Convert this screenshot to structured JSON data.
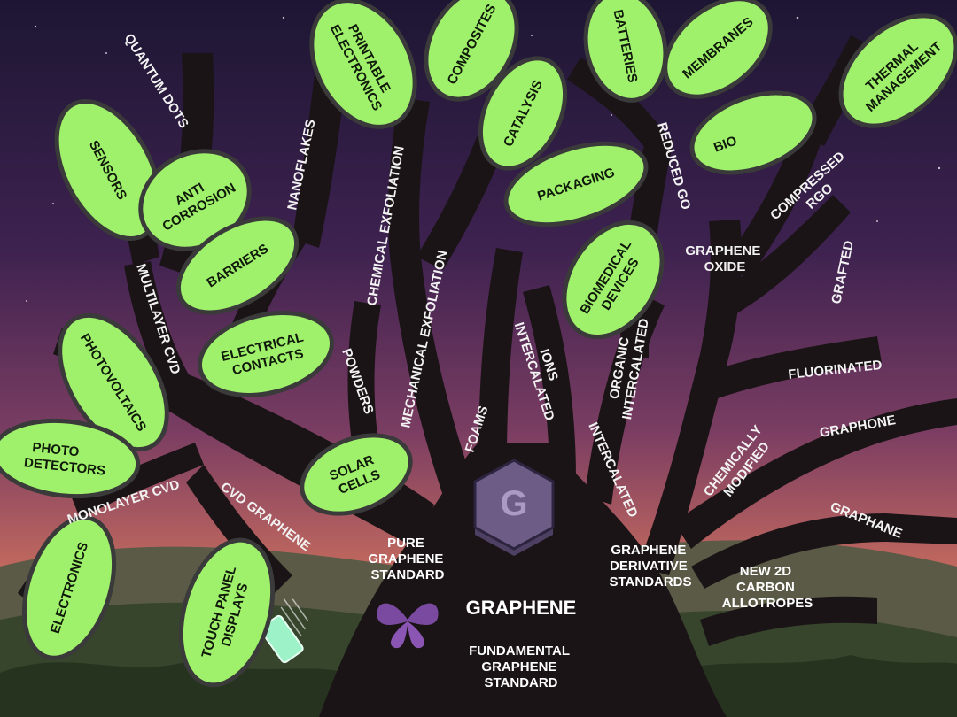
{
  "title": "GRAPHENE",
  "colors": {
    "sky_top": "#1d1633",
    "sky_mid": "#5a2f5e",
    "sky_low": "#c46a5e",
    "horizon": "#e7a97a",
    "tree": "#1b1416",
    "leaf": "#9ff06a",
    "leaf_edge": "#3a3a3a",
    "hill": "#3a4a2e",
    "hexagon": "#6c5c86",
    "butterfly": "#7a4aa0"
  },
  "icons": [
    "hexagon-g-icon",
    "butterfly-icon",
    "phone-icon",
    "star-icon"
  ],
  "hexagon_letter": "G",
  "core": {
    "pure": [
      "PURE",
      "GRAPHENE",
      "STANDARD"
    ],
    "fundamental": [
      "FUNDAMENTAL",
      "GRAPHENE",
      "STANDARD"
    ],
    "derivative": [
      "GRAPHENE",
      "DERIVATIVE",
      "STANDARDS"
    ],
    "allotropes": [
      "NEW 2D",
      "CARBON",
      "ALLOTROPES"
    ]
  },
  "branches": {
    "quantum_dots": "QUANTUM DOTS",
    "nanoflakes": "NANOFLAKES",
    "chemical_exfoliation": "CHEMICAL EXFOLIATION",
    "mechanical_exfoliation": "MECHANICAL EXFOLIATION",
    "multilayer_cvd": "MULTILAYER CVD",
    "monolayer_cvd": "MONOLAYER CVD",
    "cvd_graphene": "CVD GRAPHENE",
    "powders": "POWDERS",
    "foams": "FOAMS",
    "ions_intercalated": [
      "IONS",
      "INTERCALATED"
    ],
    "organic_intercalated": [
      "ORGANIC",
      "INTERCALATED"
    ],
    "intercalated": "INTERCALATED",
    "reduced_go": "REDUCED GO",
    "graphene_oxide": [
      "GRAPHENE",
      "OXIDE"
    ],
    "compressed_rgo": [
      "COMPRESSED",
      "RGO"
    ],
    "grafted": "GRAFTED",
    "fluorinated": "FLUORINATED",
    "graphone": "GRAPHONE",
    "chemically_modified": [
      "CHEMICALLY",
      "MODIFIED"
    ],
    "graphane": "GRAPHANE"
  },
  "leaves": {
    "sensors": [
      "SENSORS"
    ],
    "anti_corrosion": [
      "ANTI",
      "CORROSION"
    ],
    "printable_electronics": [
      "PRINTABLE",
      "ELECTRONICS"
    ],
    "composites": [
      "COMPOSITES"
    ],
    "batteries": [
      "BATTERIES"
    ],
    "membranes": [
      "MEMBRANES"
    ],
    "thermal_management": [
      "THERMAL",
      "MANAGEMENT"
    ],
    "catalysis": [
      "CATALYSIS"
    ],
    "bio": [
      "BIO"
    ],
    "packaging": [
      "PACKAGING"
    ],
    "barriers": [
      "BARRIERS"
    ],
    "biomedical_devices": [
      "BIOMEDICAL",
      "DEVICES"
    ],
    "electrical_contacts": [
      "ELECTRICAL",
      "CONTACTS"
    ],
    "photovoltaics": [
      "PHOTOVOLTAICS"
    ],
    "photo_detectors": [
      "PHOTO",
      "DETECTORS"
    ],
    "solar_cells": [
      "SOLAR",
      "CELLS"
    ],
    "electronics": [
      "ELECTRONICS"
    ],
    "touch_panel_displays": [
      "TOUCH PANEL",
      "DISPLAYS"
    ]
  }
}
